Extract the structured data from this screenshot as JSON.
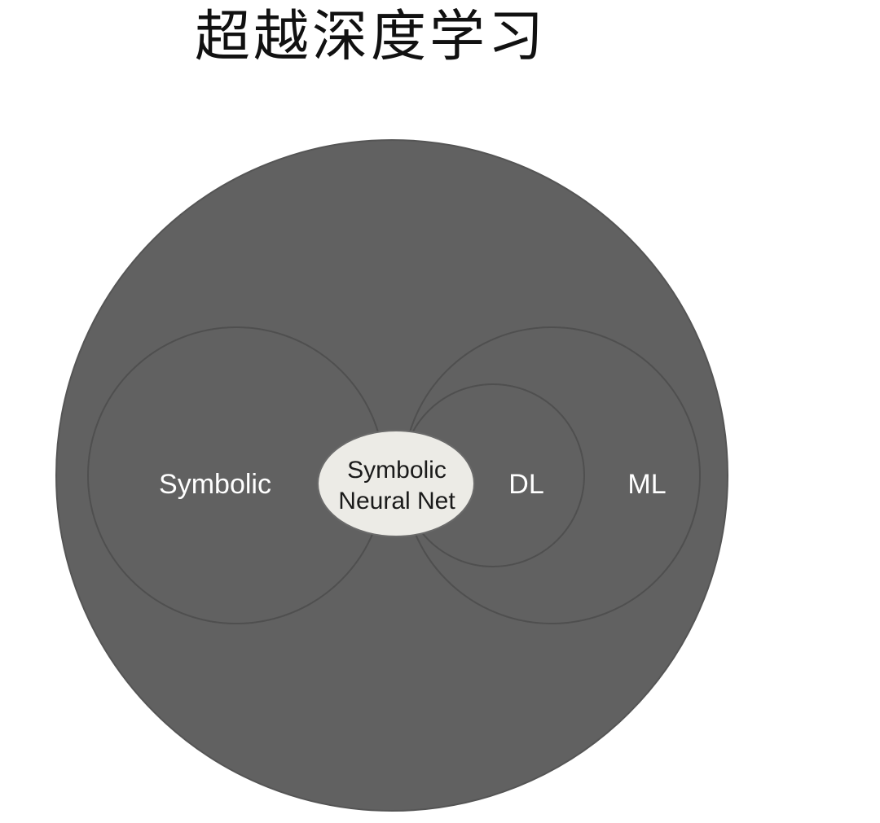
{
  "title": "超越深度学习",
  "labels": {
    "symbolic": "Symbolic",
    "center_line1": "Symbolic",
    "center_line2": "Neural Net",
    "dl": "DL",
    "ml": "ML"
  },
  "colors": {
    "outer_fill": "#616161",
    "circle_stroke": "#4f4f4f",
    "center_fill": "#ecebe6"
  }
}
